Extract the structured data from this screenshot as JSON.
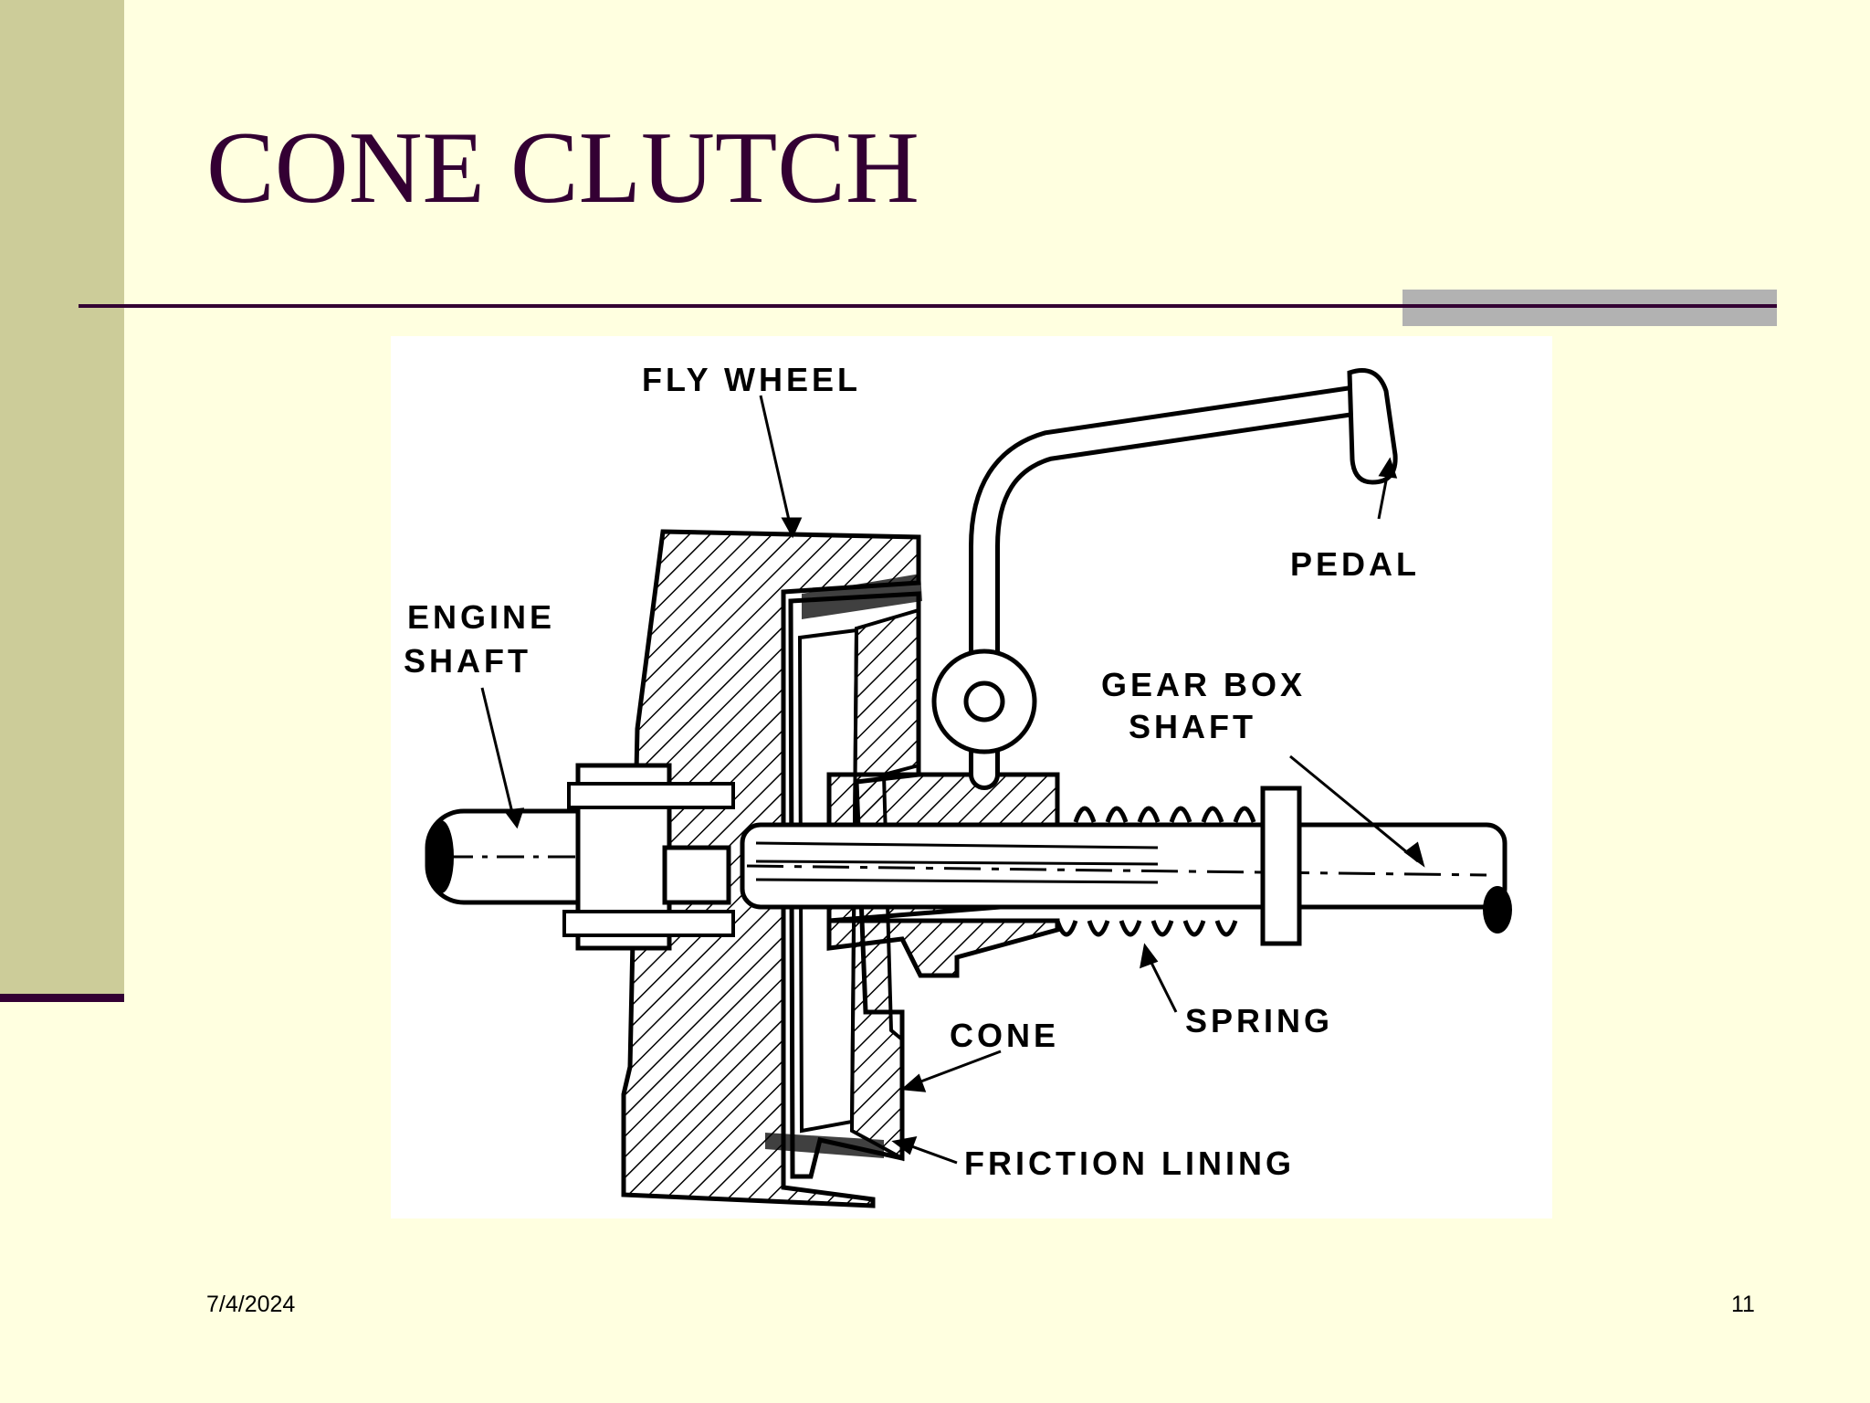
{
  "slide": {
    "title": "CONE CLUTCH",
    "date": "7/4/2024",
    "page_number": "11"
  },
  "diagram": {
    "labels": {
      "fly_wheel": "FLY WHEEL",
      "pedal": "PEDAL",
      "engine_shaft_1": "ENGINE",
      "engine_shaft_2": "SHAFT",
      "gear_box_shaft_1": "GEAR BOX",
      "gear_box_shaft_2": "SHAFT",
      "spring": "SPRING",
      "cone": "CONE",
      "friction_lining": "FRICTION LINING"
    }
  },
  "colors": {
    "background": "#FFFFE0",
    "sidebar": "#CCCC99",
    "accent_dark": "#330033",
    "accent_gray": "#B2B2B2"
  }
}
